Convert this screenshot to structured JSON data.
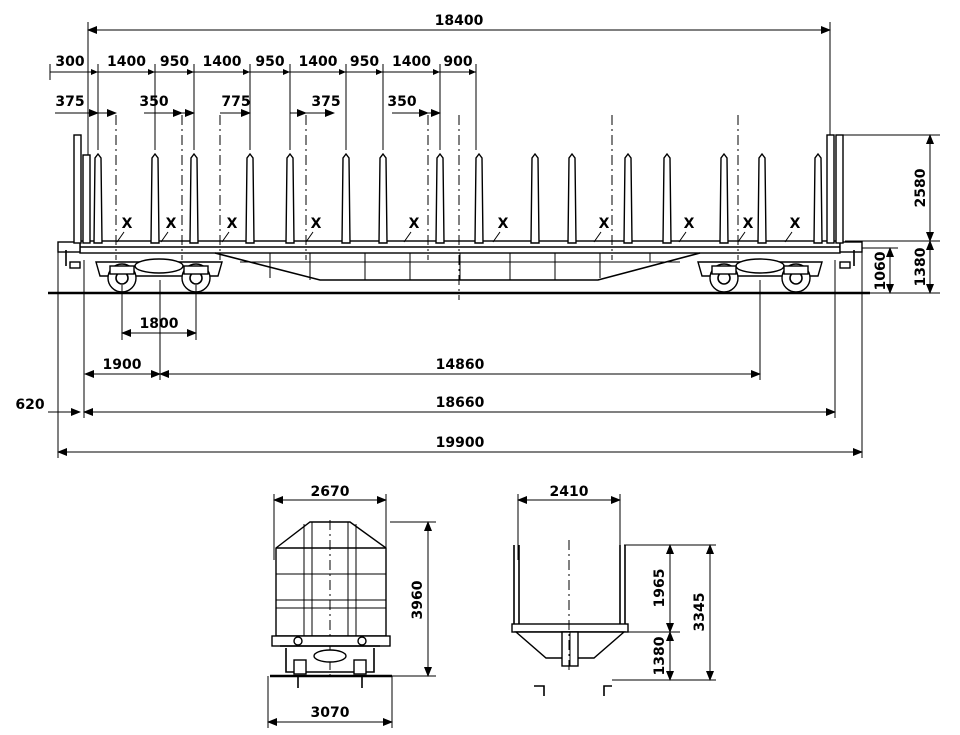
{
  "colors": {
    "ink": "#000000",
    "paper": "#ffffff"
  },
  "side_view": {
    "overall_length_labels": {
      "stake_span": "18400",
      "over_buffers_inner": "18660",
      "over_buffers_outer": "19900",
      "buffer_offset": "620",
      "bogie_pivot_distance": "14860",
      "end_to_pivot": "1900",
      "bogie_wheelbase": "1800"
    },
    "stake_spacing_top": [
      "300",
      "1400",
      "950",
      "1400",
      "950",
      "1400",
      "950",
      "1400",
      "900"
    ],
    "stake_offsets_second": [
      "375",
      "350",
      "775",
      "375",
      "350"
    ],
    "heights": {
      "stake_height": "2580",
      "floor_height": "1380",
      "buffer_height": "1060"
    },
    "stake_marks": [
      "X",
      "X",
      "X",
      "X",
      "X",
      "X",
      "X",
      "X",
      "X",
      "X"
    ]
  },
  "end_view_loaded": {
    "top_width": "2670",
    "bottom_width": "3070",
    "height": "3960"
  },
  "end_view_profile": {
    "top_width": "2410",
    "upper_height": "1965",
    "lower_height": "1380",
    "total_height": "3345"
  }
}
